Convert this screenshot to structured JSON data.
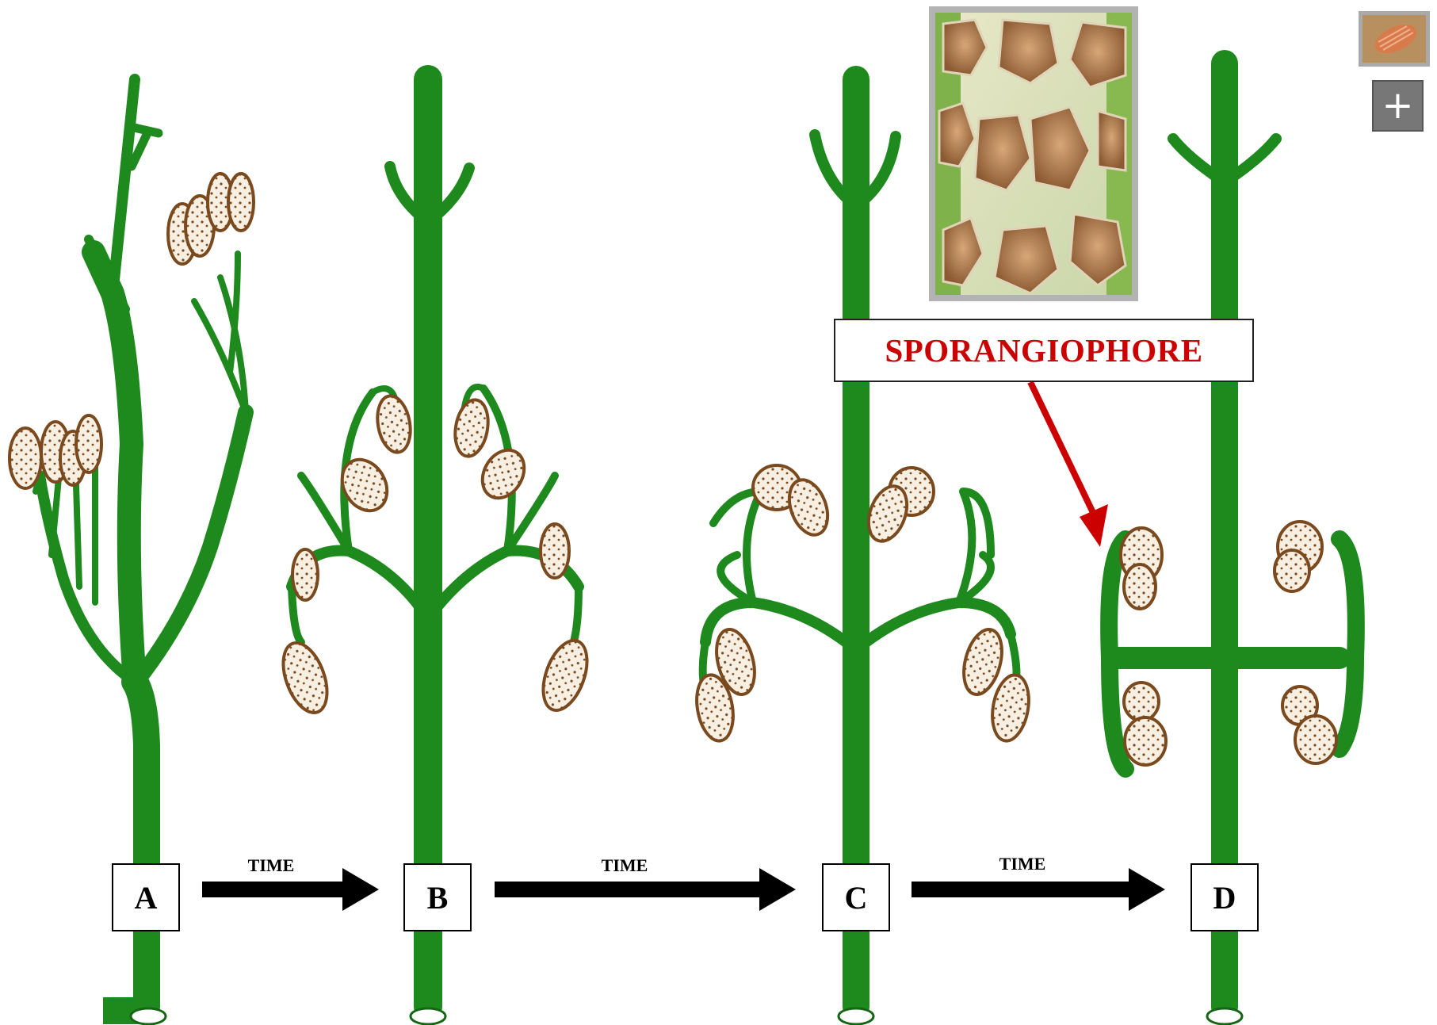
{
  "stages": [
    "A",
    "B",
    "C",
    "D"
  ],
  "arrows": [
    "TIME",
    "TIME",
    "TIME"
  ],
  "callout": "SPORANGIOPHORE",
  "controls": {
    "thumbnail_icon": "sporangia-thumbnail-icon",
    "zoom_icon": "plus-icon",
    "zoom_label": "+"
  },
  "colors": {
    "stem": "#1e8a1e",
    "stem_dark": "#146614",
    "sporangium_fill": "#f7efe2",
    "sporangium_outline": "#7a4a1e",
    "callout_text": "#cc0000",
    "pointer": "#cc0000"
  }
}
